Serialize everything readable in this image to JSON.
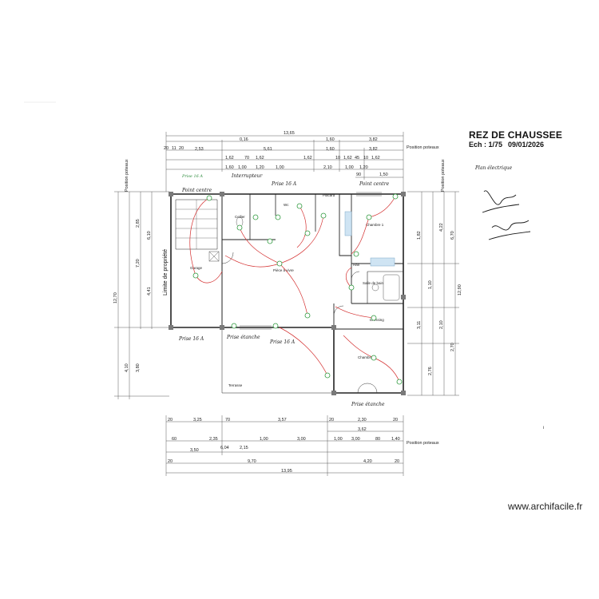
{
  "header": {
    "title": "REZ DE CHAUSSEE",
    "scale": "Ech : 1/75",
    "date": "09/01/2026"
  },
  "watermark": "www.archifacile.fr",
  "property_limit_label": "Limite de propriété",
  "rooms": {
    "garage": "Garage",
    "cellier": "Cellier",
    "wc": "Wc",
    "piece_a_vivre": "Pièce à vivre",
    "placard": "Placard",
    "chambre_1": "Chambre 1",
    "hall": "Hall",
    "salle_de_bain": "Salle de bain",
    "dressing": "Dressing",
    "chambre_2": "Chambre 2",
    "terrasse": "Terrasse"
  },
  "dimensions": {
    "top_total": "13,65",
    "top_row1": [
      "0,16",
      "1,60",
      "3,82"
    ],
    "top_row2": [
      "20",
      "11",
      "20",
      "2,53",
      "5,61",
      "1,60",
      "3,82"
    ],
    "top_row3": [
      "1,62",
      "70",
      "1,62",
      "1,62",
      "10",
      "1,62",
      "45",
      "10",
      "1,62"
    ],
    "top_row4": [
      "1,60",
      "1,00",
      "1,20",
      "1,00",
      "2,10",
      "1,00",
      "1,20"
    ],
    "top_small": [
      "90",
      "1,50"
    ],
    "bottom_row1": [
      "20",
      "3,25",
      "70",
      "3,57",
      "20",
      "2,30",
      "20"
    ],
    "bottom_row2": [
      "3,62"
    ],
    "bottom_row3": [
      "60",
      "2,35",
      "1,00",
      "3,00",
      "1,00",
      "3,00",
      "80",
      "1,40"
    ],
    "bottom_row4": [
      "3,50",
      "6,04",
      "2,15"
    ],
    "bottom_row5": [
      "20",
      "9,70",
      "4,20",
      "20"
    ],
    "bottom_total": "13,95",
    "left_outer": "12,70",
    "left_mid": [
      "2,85",
      "7,20",
      "4,41",
      "6,10",
      "4,10",
      "3,80"
    ],
    "right_outer": "12,90",
    "right_inner": [
      "6,70",
      "1,82",
      "4,22",
      "3,11",
      "2,76",
      "1,10",
      "2,10",
      "2,70"
    ],
    "position_label": "Position poteaux"
  },
  "annotations": {
    "hand_title": "Plan électrique",
    "notes_top": [
      "Prise 16 A",
      "Point centre",
      "Interrupteur"
    ],
    "notes_bottom": [
      "Prise 16 A",
      "Prise étanche"
    ]
  }
}
